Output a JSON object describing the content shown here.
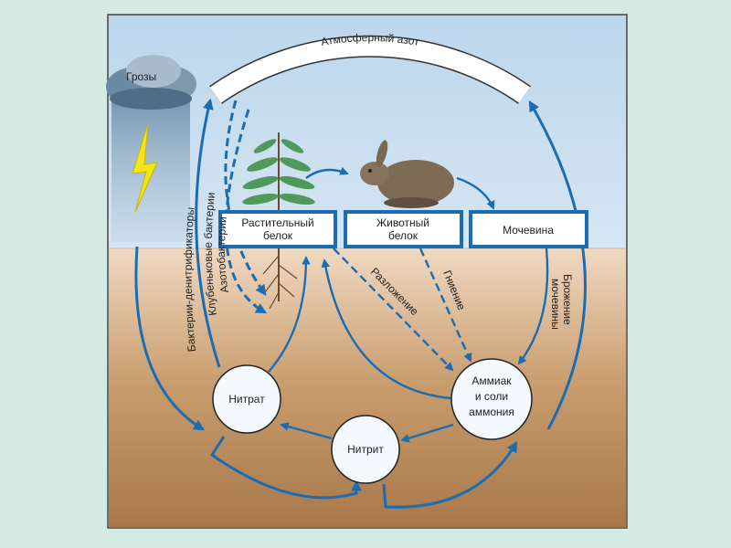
{
  "diagram": {
    "atmosphere": "Атмосферный азот",
    "storm": "Грозы",
    "boxes": {
      "plant_protein": [
        "Растительный",
        "белок"
      ],
      "animal_protein": [
        "Животный",
        "белок"
      ],
      "urea": "Мочевина"
    },
    "nodes": {
      "nitrate": "Нитрат",
      "nitrite": "Нитрит",
      "ammonia": [
        "Аммиак",
        "и соли",
        "аммония"
      ]
    },
    "processes": {
      "denitrifiers": "Бактерии-денитрификаторы",
      "nodule_bacteria": "Клубеньковые бактерии",
      "azotobacter": "Азотобактерии",
      "decomposition": "Разложение",
      "putrefaction": "Гниение",
      "urea_fermentation": [
        "Брожение",
        "мочевины"
      ]
    },
    "colors": {
      "arrow": "#1a6db3",
      "sky": "#cfe3f3",
      "soil": "#b88a5c",
      "background": "#d3ebe3"
    }
  }
}
